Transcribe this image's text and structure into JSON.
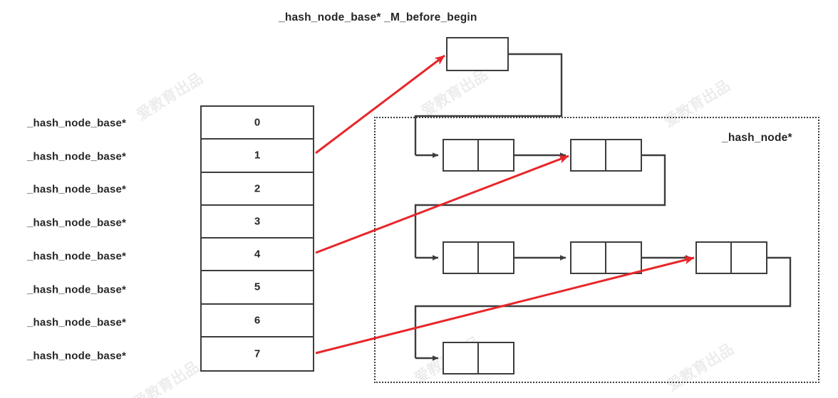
{
  "title": "_hash_node_base*  _M_before_begin",
  "region_label": "_hash_node*",
  "bucket_table": {
    "row_label": "_hash_node_base*",
    "indices": [
      "0",
      "1",
      "2",
      "3",
      "4",
      "5",
      "6",
      "7"
    ],
    "rows": [
      {
        "index": "0",
        "label": "_hash_node_base*",
        "has_pointer": false
      },
      {
        "index": "1",
        "label": "_hash_node_base*",
        "has_pointer": true
      },
      {
        "index": "2",
        "label": "_hash_node_base*",
        "has_pointer": false
      },
      {
        "index": "3",
        "label": "_hash_node_base*",
        "has_pointer": false
      },
      {
        "index": "4",
        "label": "_hash_node_base*",
        "has_pointer": true
      },
      {
        "index": "5",
        "label": "_hash_node_base*",
        "has_pointer": false
      },
      {
        "index": "6",
        "label": "_hash_node_base*",
        "has_pointer": false
      },
      {
        "index": "7",
        "label": "_hash_node_base*",
        "has_pointer": true
      }
    ]
  },
  "before_begin": {
    "name": "_M_before_begin",
    "type": "_hash_node_base*"
  },
  "node_chains": [
    {
      "chain": 1,
      "node_count": 2
    },
    {
      "chain": 2,
      "node_count": 3
    },
    {
      "chain": 3,
      "node_count": 1
    }
  ],
  "red_arrows": [
    {
      "from": "bucket-1",
      "to": "before-begin-box"
    },
    {
      "from": "bucket-4",
      "to": "chain1-node2"
    },
    {
      "from": "bucket-7",
      "to": "chain2-node3"
    }
  ],
  "watermark": "爱教育出品",
  "colors": {
    "stroke": "#3d3d3d",
    "arrow_red": "#e8262a",
    "text": "#262626",
    "background": "#ffffff"
  }
}
